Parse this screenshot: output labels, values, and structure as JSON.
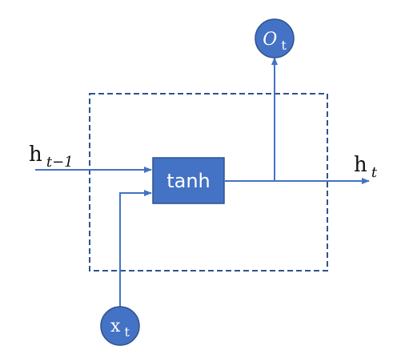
{
  "colors": {
    "fill": "#4472c4",
    "stroke": "#2f528f",
    "arrow": "#4472c4",
    "frame": "#2f528f",
    "text_light": "#ffffff",
    "text_dark": "#111111"
  },
  "block": {
    "label": "tanh"
  },
  "inputs": {
    "hidden_prev": {
      "base": "h",
      "subscript": "t−1"
    },
    "x": {
      "base": "x",
      "subscript": "t"
    }
  },
  "outputs": {
    "hidden": {
      "base": "h",
      "subscript": "t"
    },
    "o": {
      "base": "O",
      "subscript": "t"
    }
  }
}
